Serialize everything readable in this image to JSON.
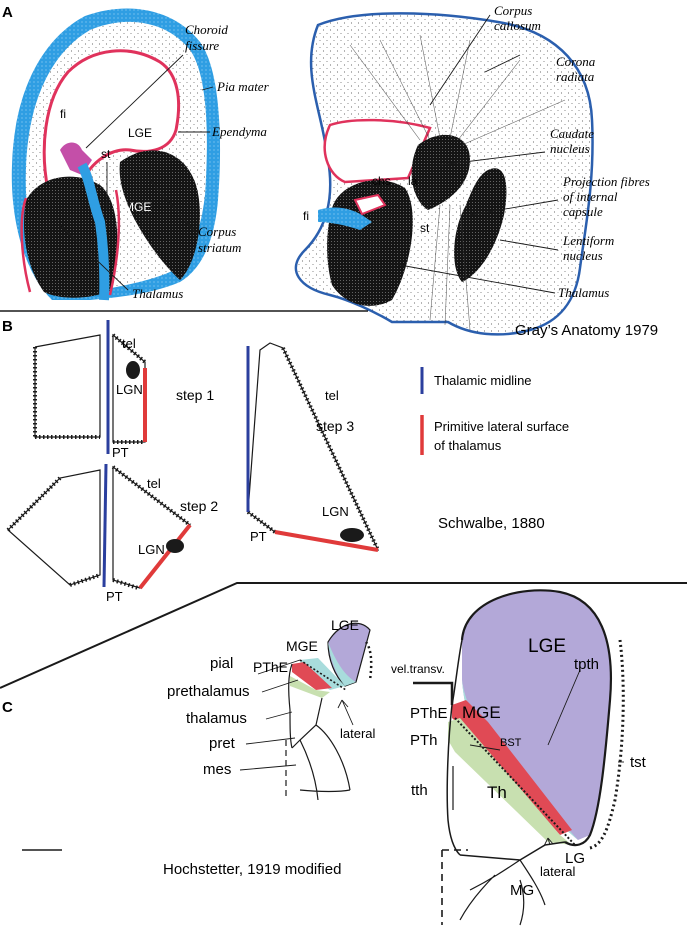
{
  "panels": {
    "A": {
      "letter": "A",
      "left_labels": {
        "choroid_fissure": [
          "Choroid",
          "fissure"
        ],
        "pia_mater": "Pia mater",
        "ependyma": "Ependyma",
        "fi": "fi",
        "lge": "LGE",
        "st": "st",
        "mge": "MGE",
        "corpus_striatum": [
          "Corpus",
          "striatum"
        ],
        "thalamus": "Thalamus"
      },
      "right_labels": {
        "corpus_callosum": [
          "Corpus",
          "callosum"
        ],
        "corona_radiata": [
          "Corona",
          "radiata"
        ],
        "caudate_nucleus": [
          "Caudate",
          "nucleus"
        ],
        "projection_fibres": [
          "Projection fibres",
          "of internal",
          "capsule"
        ],
        "lentiform_nucleus": [
          "Lentiform",
          "nucleus"
        ],
        "thalamus": "Thalamus",
        "fi": "fi",
        "chs": "chs",
        "la": "la",
        "st": "st"
      },
      "citation": "Gray’s Anatomy 1979"
    },
    "B": {
      "letter": "B",
      "labels": {
        "tel": "tel",
        "lgn": "LGN",
        "pt": "PT",
        "step1": "step 1",
        "step2": "step 2",
        "step3": "step 3"
      },
      "legend": {
        "blue_label": "Thalamic midline",
        "red_label": [
          "Primitive lateral surface",
          "of thalamus"
        ]
      },
      "citation": "Schwalbe, 1880"
    },
    "C": {
      "letter": "C",
      "small_labels": {
        "lge": "LGE",
        "mge": "MGE",
        "pthe": "PThE",
        "pial": "pial",
        "prethalamus": "prethalamus",
        "thalamus": "thalamus",
        "pret": "pret",
        "mes": "mes",
        "lateral": "lateral"
      },
      "large_labels": {
        "vel_transv": "vel.transv.",
        "lge": "LGE",
        "mge": "MGE",
        "pthe": "PThE",
        "bst": "BST",
        "tpth": "tpth",
        "pth": "PTh",
        "th": "Th",
        "tth": "tth",
        "tst": "tst",
        "lg": "LG",
        "lateral": "lateral",
        "mg": "MG"
      },
      "citation": "Hochstetter, 1919 modified"
    }
  },
  "colors": {
    "blue_line": "#2b3f9e",
    "red_line": "#e03a3a",
    "pia_blue": "#2b9be0",
    "ependyma_red": "#e0325c",
    "lge_purple": "#b3a8d8",
    "mge_cyan": "#a8dcdc",
    "pthe_red": "#e04a55",
    "pth_green": "#c8e0b0"
  }
}
